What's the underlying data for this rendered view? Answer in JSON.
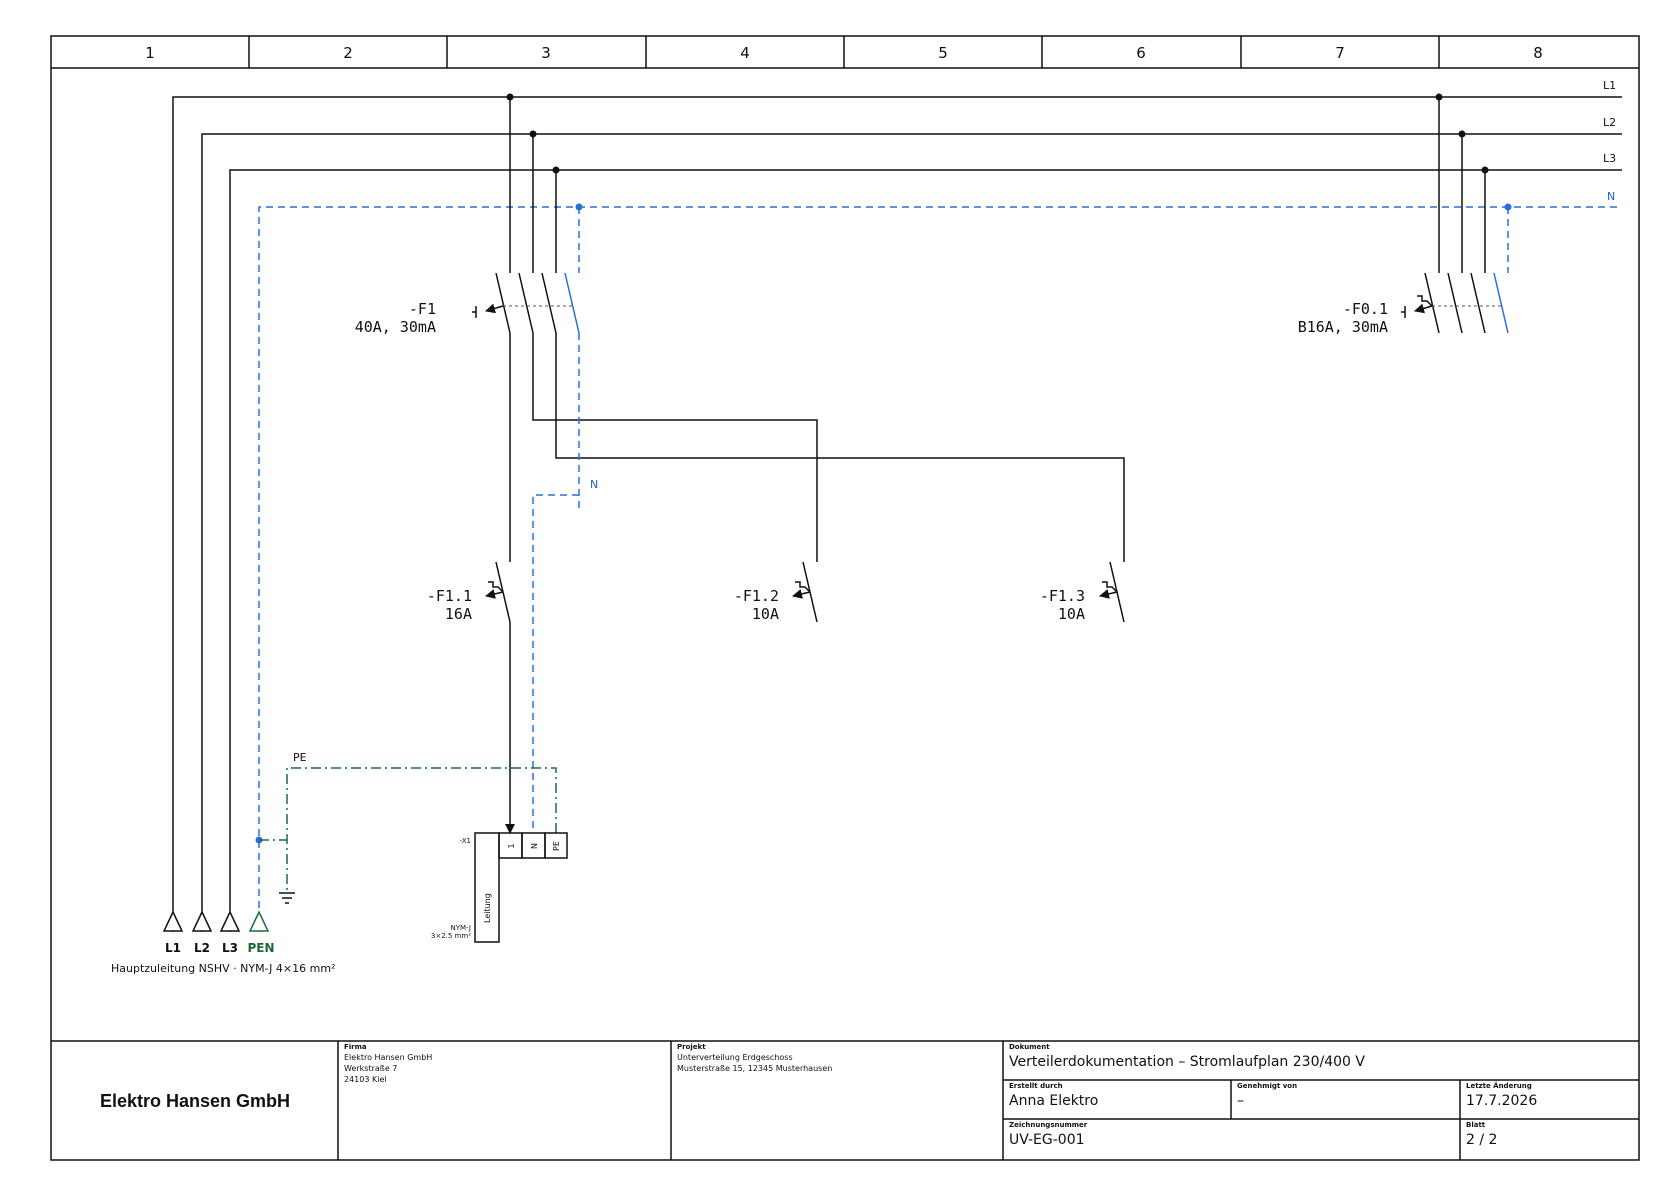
{
  "zone_numbers": [
    "1",
    "2",
    "3",
    "4",
    "5",
    "6",
    "7",
    "8"
  ],
  "busbars": {
    "l1": "L1",
    "l2": "L2",
    "l3": "L3",
    "n": "N"
  },
  "devices": {
    "f1": {
      "tag": "-F1",
      "rating": "40A, 30mA"
    },
    "f01": {
      "tag": "-F0.1",
      "rating": "B16A, 30mA"
    },
    "f11": {
      "tag": "-F1.1",
      "rating": "16A"
    },
    "f12": {
      "tag": "-F1.2",
      "rating": "10A"
    },
    "f13": {
      "tag": "-F1.3",
      "rating": "10A"
    }
  },
  "n_tap_label": "N",
  "pe_label": "PE",
  "terminal": {
    "tag": "-X1",
    "cells": [
      "1",
      "N",
      "PE"
    ],
    "cable_label": "Leitung",
    "cable_type": "NYM-J",
    "cable_section": "3×2.5 mm²"
  },
  "feed": {
    "labels": [
      "L1",
      "L2",
      "L3"
    ],
    "pen": "PEN",
    "caption": "Hauptzuleitung NSHV · NYM-J 4×16 mm²"
  },
  "title_block": {
    "company_logo_text": "Elektro Hansen GmbH",
    "firma_header": "Firma",
    "firma_lines": [
      "Elektro Hansen GmbH",
      "Werkstraße 7",
      "24103 Kiel"
    ],
    "projekt_header": "Projekt",
    "projekt_lines": [
      "Unterverteilung Erdgeschoss",
      "Musterstraße 15, 12345 Musterhausen"
    ],
    "dokument_header": "Dokument",
    "dokument_value": "Verteilerdokumentation – Stromlaufplan 230/400 V",
    "erstellt_header": "Erstellt durch",
    "erstellt_value": "Anna Elektro",
    "genehmigt_header": "Genehmigt von",
    "genehmigt_value": "–",
    "aenderung_header": "Letzte Änderung",
    "aenderung_value": "17.7.2026",
    "zeichnung_header": "Zeichnungsnummer",
    "zeichnung_value": "UV-EG-001",
    "blatt_header": "Blatt",
    "blatt_value": "2 / 2"
  },
  "colors": {
    "conductor": "#111111",
    "neutral": "#2b6ed9",
    "protective_earth": "#1b6b3a"
  }
}
